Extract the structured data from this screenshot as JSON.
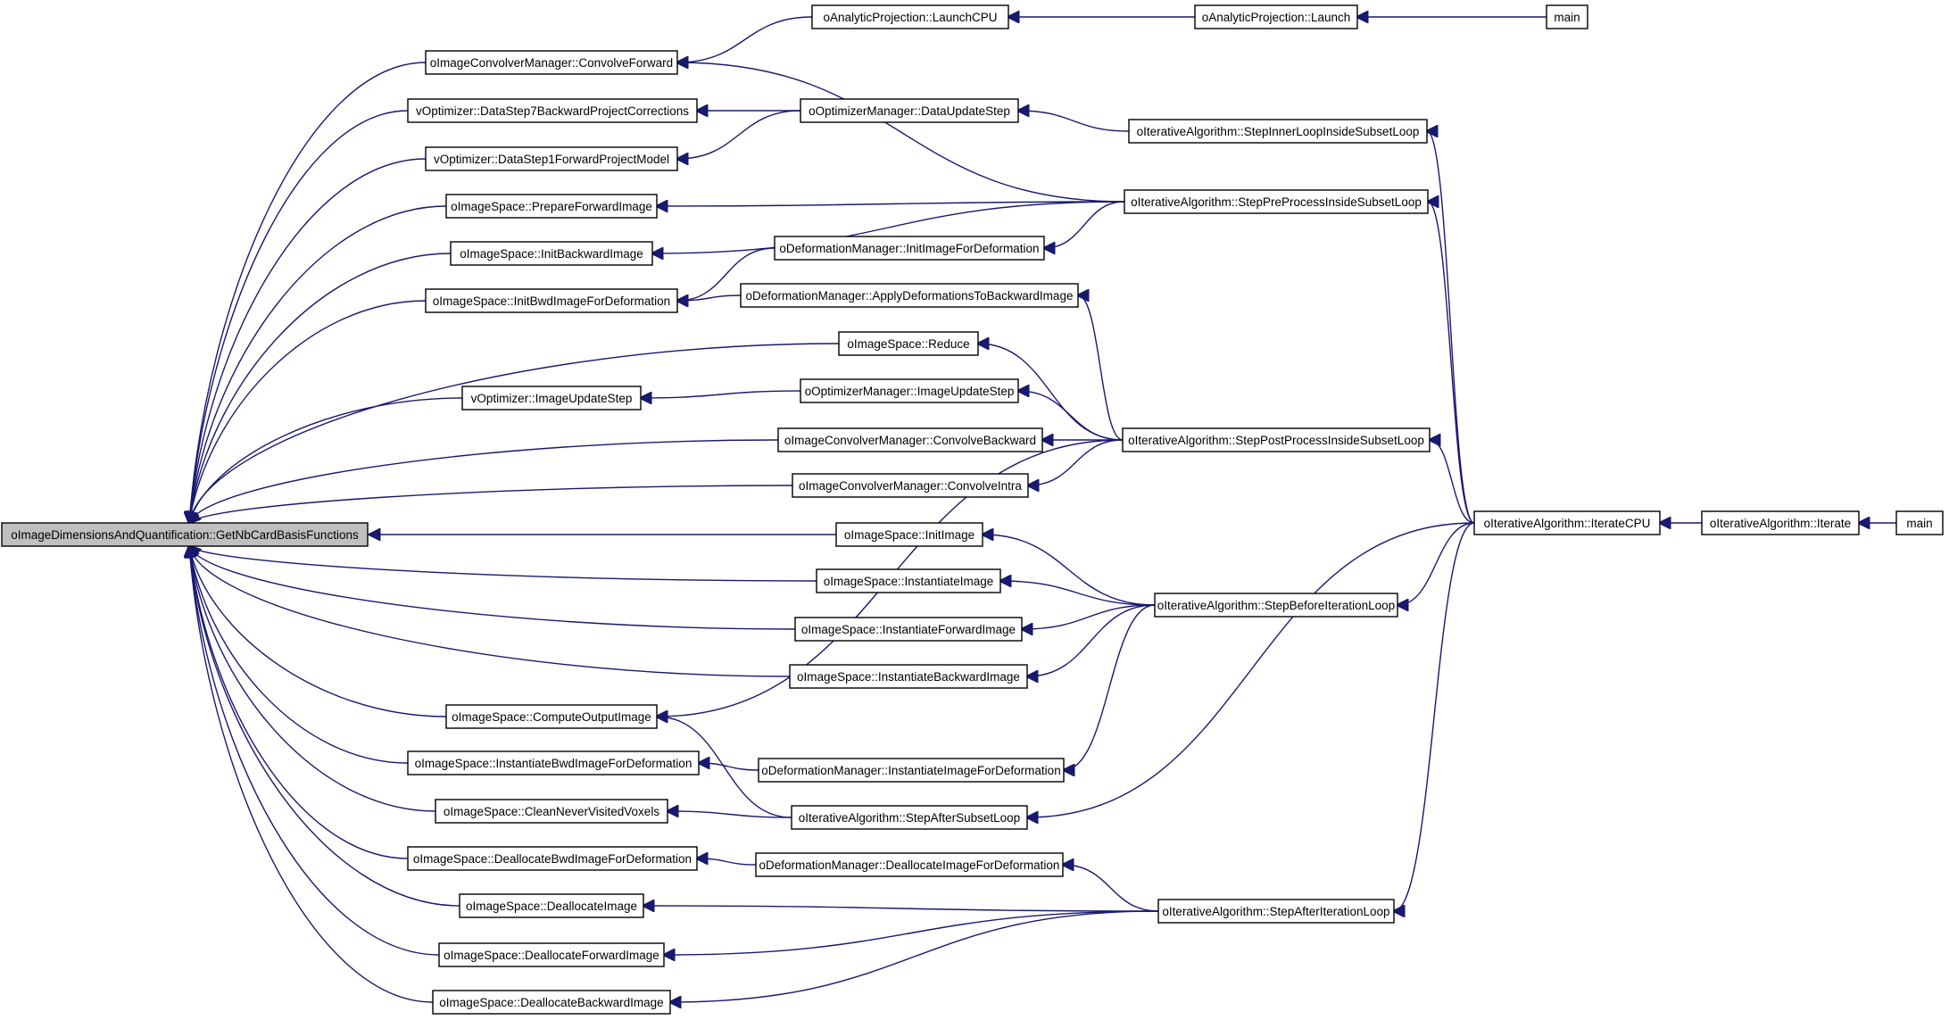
{
  "nodes": [
    {
      "id": "root",
      "label": "oImageDimensionsAndQuantification::GetNbCardBasisFunctions",
      "root": true
    },
    {
      "id": "convFwd",
      "label": "oImageConvolverManager::ConvolveForward"
    },
    {
      "id": "ds7",
      "label": "vOptimizer::DataStep7BackwardProjectCorrections"
    },
    {
      "id": "ds1",
      "label": "vOptimizer::DataStep1ForwardProjectModel"
    },
    {
      "id": "prepFwd",
      "label": "oImageSpace::PrepareForwardImage"
    },
    {
      "id": "initBwd",
      "label": "oImageSpace::InitBackwardImage"
    },
    {
      "id": "initBwdDef",
      "label": "oImageSpace::InitBwdImageForDeformation"
    },
    {
      "id": "reduce",
      "label": "oImageSpace::Reduce"
    },
    {
      "id": "vImgUpd",
      "label": "vOptimizer::ImageUpdateStep"
    },
    {
      "id": "convBwd",
      "label": "oImageConvolverManager::ConvolveBackward"
    },
    {
      "id": "convIntra",
      "label": "oImageConvolverManager::ConvolveIntra"
    },
    {
      "id": "initImage",
      "label": "oImageSpace::InitImage"
    },
    {
      "id": "instImage",
      "label": "oImageSpace::InstantiateImage"
    },
    {
      "id": "instFwd",
      "label": "oImageSpace::InstantiateForwardImage"
    },
    {
      "id": "instBwd",
      "label": "oImageSpace::InstantiateBackwardImage"
    },
    {
      "id": "compOut",
      "label": "oImageSpace::ComputeOutputImage"
    },
    {
      "id": "instBwdDef",
      "label": "oImageSpace::InstantiateBwdImageForDeformation"
    },
    {
      "id": "cleanVox",
      "label": "oImageSpace::CleanNeverVisitedVoxels"
    },
    {
      "id": "deallocBwdDef",
      "label": "oImageSpace::DeallocateBwdImageForDeformation"
    },
    {
      "id": "deallocImg",
      "label": "oImageSpace::DeallocateImage"
    },
    {
      "id": "deallocFwd",
      "label": "oImageSpace::DeallocateForwardImage"
    },
    {
      "id": "deallocBwd",
      "label": "oImageSpace::DeallocateBackwardImage"
    },
    {
      "id": "launchCPU",
      "label": "oAnalyticProjection::LaunchCPU"
    },
    {
      "id": "optDataUpd",
      "label": "oOptimizerManager::DataUpdateStep"
    },
    {
      "id": "defInitImg",
      "label": "oDeformationManager::InitImageForDeformation"
    },
    {
      "id": "defApply",
      "label": "oDeformationManager::ApplyDeformationsToBackwardImage"
    },
    {
      "id": "optImgUpd",
      "label": "oOptimizerManager::ImageUpdateStep"
    },
    {
      "id": "defInstImg",
      "label": "oDeformationManager::InstantiateImageForDeformation"
    },
    {
      "id": "afterSubset",
      "label": "oIterativeAlgorithm::StepAfterSubsetLoop"
    },
    {
      "id": "defDealloc",
      "label": "oDeformationManager::DeallocateImageForDeformation"
    },
    {
      "id": "launch",
      "label": "oAnalyticProjection::Launch"
    },
    {
      "id": "innerLoop",
      "label": "oIterativeAlgorithm::StepInnerLoopInsideSubsetLoop"
    },
    {
      "id": "preProc",
      "label": "oIterativeAlgorithm::StepPreProcessInsideSubsetLoop"
    },
    {
      "id": "postProc",
      "label": "oIterativeAlgorithm::StepPostProcessInsideSubsetLoop"
    },
    {
      "id": "beforeIter",
      "label": "oIterativeAlgorithm::StepBeforeIterationLoop"
    },
    {
      "id": "afterIter",
      "label": "oIterativeAlgorithm::StepAfterIterationLoop"
    },
    {
      "id": "iterCPU",
      "label": "oIterativeAlgorithm::IterateCPU"
    },
    {
      "id": "iterate",
      "label": "oIterativeAlgorithm::Iterate"
    },
    {
      "id": "main1",
      "label": "main"
    },
    {
      "id": "main2",
      "label": "main"
    }
  ],
  "edges": [
    [
      "convFwd",
      "root"
    ],
    [
      "ds7",
      "root"
    ],
    [
      "ds1",
      "root"
    ],
    [
      "prepFwd",
      "root"
    ],
    [
      "initBwd",
      "root"
    ],
    [
      "initBwdDef",
      "root"
    ],
    [
      "reduce",
      "root"
    ],
    [
      "vImgUpd",
      "root"
    ],
    [
      "convBwd",
      "root"
    ],
    [
      "convIntra",
      "root"
    ],
    [
      "initImage",
      "root"
    ],
    [
      "instImage",
      "root"
    ],
    [
      "instFwd",
      "root"
    ],
    [
      "instBwd",
      "root"
    ],
    [
      "compOut",
      "root"
    ],
    [
      "instBwdDef",
      "root"
    ],
    [
      "cleanVox",
      "root"
    ],
    [
      "deallocBwdDef",
      "root"
    ],
    [
      "deallocImg",
      "root"
    ],
    [
      "deallocFwd",
      "root"
    ],
    [
      "deallocBwd",
      "root"
    ],
    [
      "launchCPU",
      "convFwd"
    ],
    [
      "launch",
      "launchCPU"
    ],
    [
      "main1",
      "launch"
    ],
    [
      "optDataUpd",
      "ds7"
    ],
    [
      "optDataUpd",
      "ds1"
    ],
    [
      "innerLoop",
      "optDataUpd"
    ],
    [
      "preProc",
      "convFwd"
    ],
    [
      "preProc",
      "prepFwd"
    ],
    [
      "preProc",
      "initBwd"
    ],
    [
      "defInitImg",
      "initBwdDef"
    ],
    [
      "preProc",
      "defInitImg"
    ],
    [
      "defApply",
      "initBwdDef"
    ],
    [
      "postProc",
      "defApply"
    ],
    [
      "postProc",
      "reduce"
    ],
    [
      "optImgUpd",
      "vImgUpd"
    ],
    [
      "postProc",
      "optImgUpd"
    ],
    [
      "postProc",
      "convBwd"
    ],
    [
      "postProc",
      "convIntra"
    ],
    [
      "beforeIter",
      "initImage"
    ],
    [
      "beforeIter",
      "instImage"
    ],
    [
      "beforeIter",
      "instFwd"
    ],
    [
      "beforeIter",
      "instBwd"
    ],
    [
      "postProc",
      "compOut"
    ],
    [
      "afterSubset",
      "compOut"
    ],
    [
      "defInstImg",
      "instBwdDef"
    ],
    [
      "beforeIter",
      "defInstImg"
    ],
    [
      "afterSubset",
      "cleanVox"
    ],
    [
      "defDealloc",
      "deallocBwdDef"
    ],
    [
      "afterIter",
      "defDealloc"
    ],
    [
      "afterIter",
      "deallocImg"
    ],
    [
      "afterIter",
      "deallocFwd"
    ],
    [
      "afterIter",
      "deallocBwd"
    ],
    [
      "iterCPU",
      "innerLoop"
    ],
    [
      "iterCPU",
      "preProc"
    ],
    [
      "iterCPU",
      "postProc"
    ],
    [
      "iterCPU",
      "beforeIter"
    ],
    [
      "iterCPU",
      "afterSubset"
    ],
    [
      "iterCPU",
      "afterIter"
    ],
    [
      "iterate",
      "iterCPU"
    ],
    [
      "main2",
      "iterate"
    ]
  ]
}
